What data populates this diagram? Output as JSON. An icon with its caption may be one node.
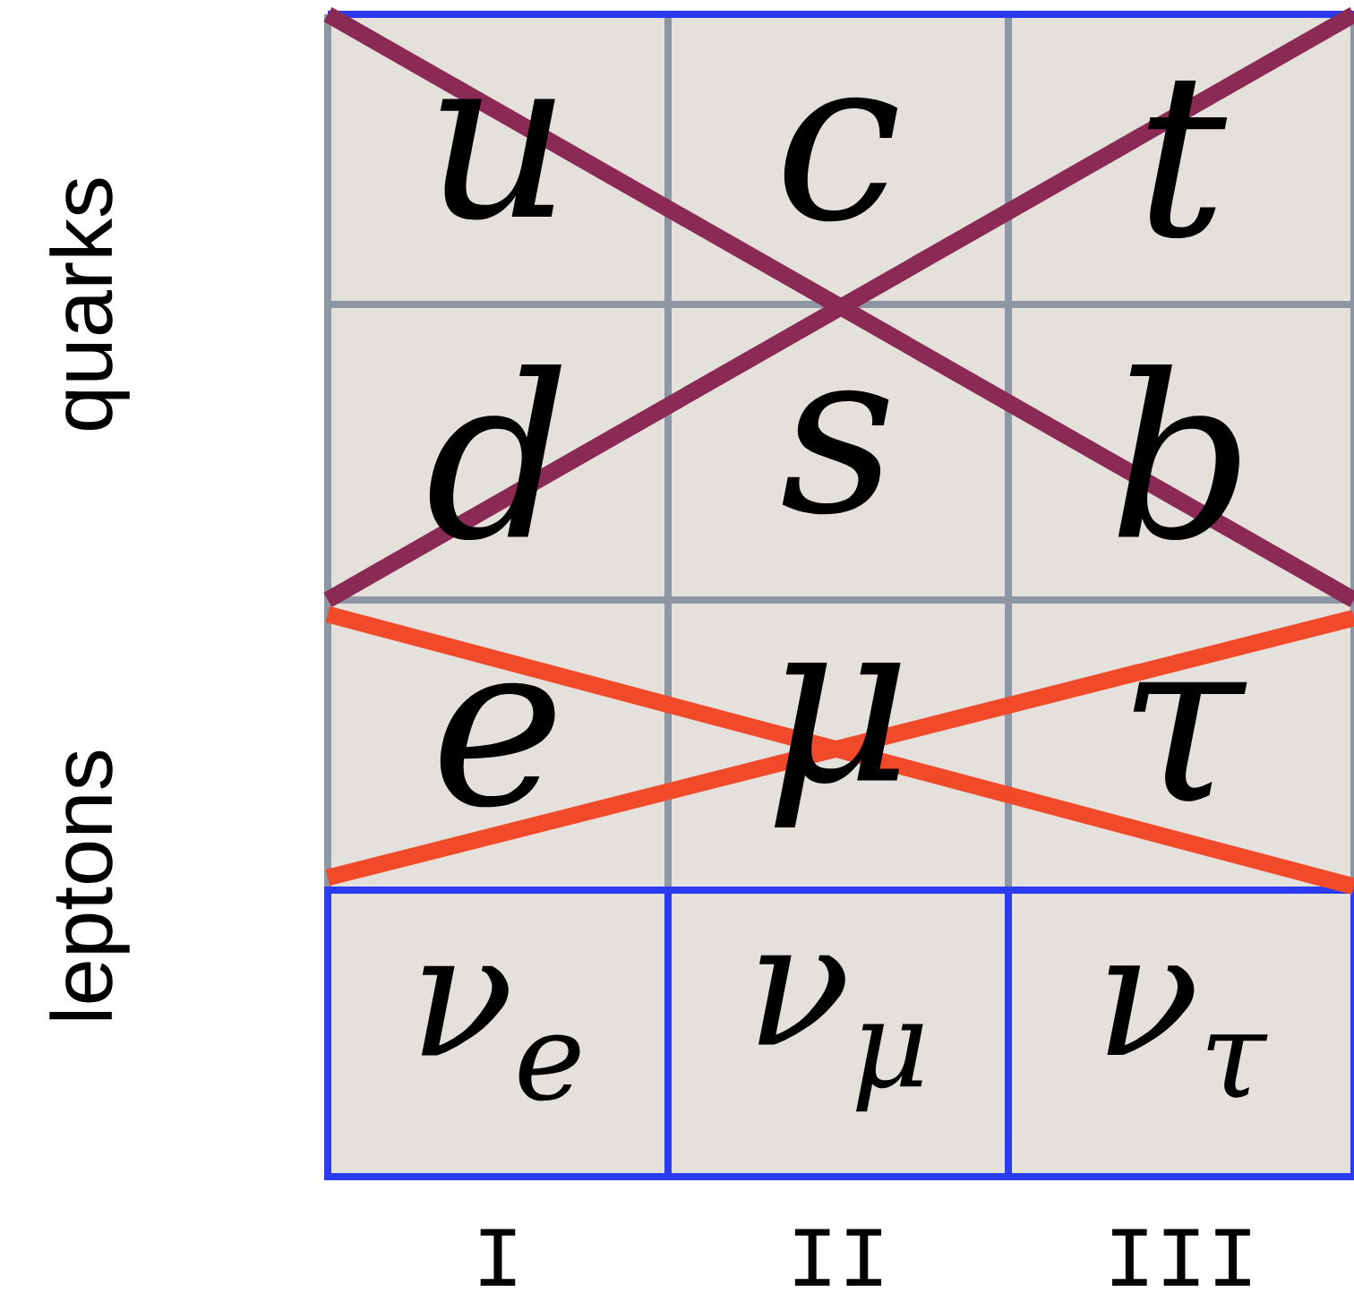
{
  "diagram": {
    "labels": [
      "quarks",
      "leptons",
      "u",
      "c",
      "t",
      "d",
      "s",
      "b",
      "e",
      "μ",
      "τ",
      "ν$_{e}$",
      "ν$_{μ}$",
      "ν$_{τ}$",
      "I",
      "II",
      "III"
    ]
  }
}
